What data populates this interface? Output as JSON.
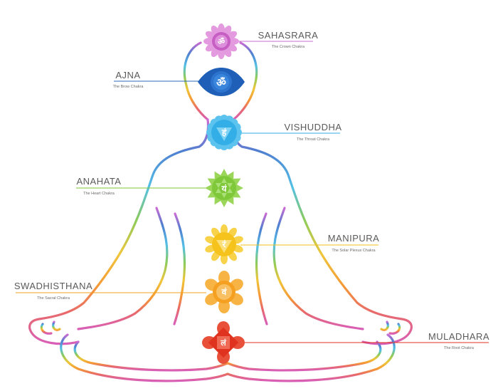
{
  "chakras": [
    {
      "id": "sahasrara",
      "name": "SAHASRARA",
      "subtitle": "The Crown Chakra",
      "color": "#d36ed0",
      "symbol": "ॐ"
    },
    {
      "id": "ajna",
      "name": "AJNA",
      "subtitle": "The Brow Chakra",
      "color": "#1f5fb7",
      "symbol": "ॐ"
    },
    {
      "id": "vishuddha",
      "name": "VISHUDDHA",
      "subtitle": "The Throat Chakra",
      "color": "#34aee6",
      "symbol": "हं"
    },
    {
      "id": "anahata",
      "name": "ANAHATA",
      "subtitle": "The Heart Chakra",
      "color": "#7ec83a",
      "symbol": "यं"
    },
    {
      "id": "manipura",
      "name": "MANIPURA",
      "subtitle": "The Solar Plexus Chakra",
      "color": "#f6c31c",
      "symbol": "रं"
    },
    {
      "id": "swadhisthana",
      "name": "SWADHISTHANA",
      "subtitle": "The Sacral Chakra",
      "color": "#f5a020",
      "symbol": "वं"
    },
    {
      "id": "muladhara",
      "name": "MULADHARA",
      "subtitle": "The Root Chakra",
      "color": "#e0331f",
      "symbol": "लं"
    }
  ],
  "body_gradient": [
    "#c96bd2",
    "#4f7fd0",
    "#53c0e6",
    "#8dcb5a",
    "#f0c63a",
    "#f49a35",
    "#e86a6a",
    "#d85fb7"
  ]
}
